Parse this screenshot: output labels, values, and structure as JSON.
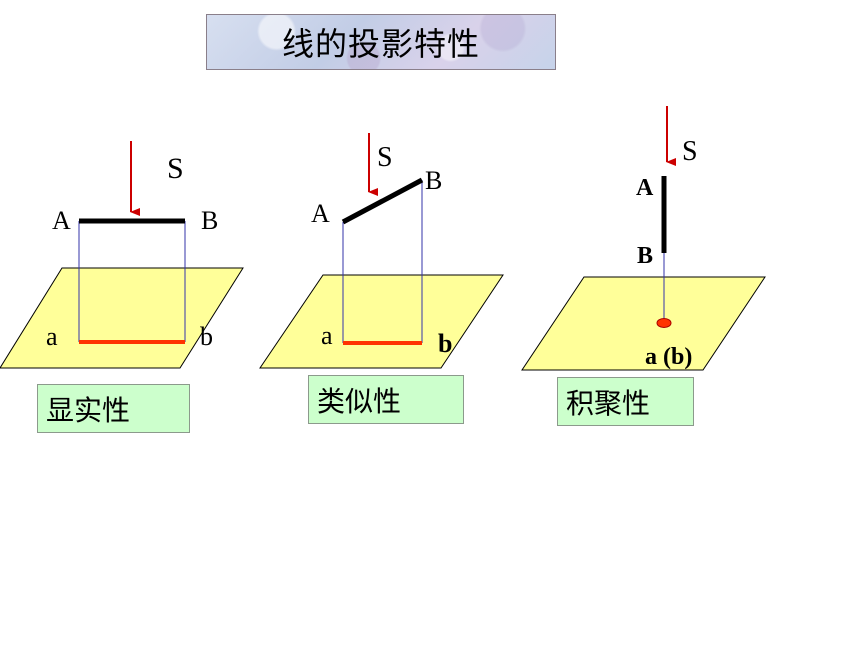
{
  "title": "线的投影特性",
  "panels": [
    {
      "id": "true-length",
      "caption": "显实性",
      "s_label": "S",
      "upper_a": "A",
      "upper_b": "B",
      "lower_a": "a",
      "lower_b": "b"
    },
    {
      "id": "similarity",
      "caption": "类似性",
      "s_label": "S",
      "upper_a": "A",
      "upper_b": "B",
      "lower_a": "a",
      "lower_b": "b"
    },
    {
      "id": "accumulation",
      "caption": "积聚性",
      "s_label": "S",
      "upper_a": "A",
      "upper_b": "B",
      "point_label": "a (b)"
    }
  ],
  "colors": {
    "plane_fill": "#ffff99",
    "caption_fill": "#ccffcc",
    "arrow": "#cc0000",
    "projection": "#ff3300",
    "projector": "#3333aa"
  }
}
